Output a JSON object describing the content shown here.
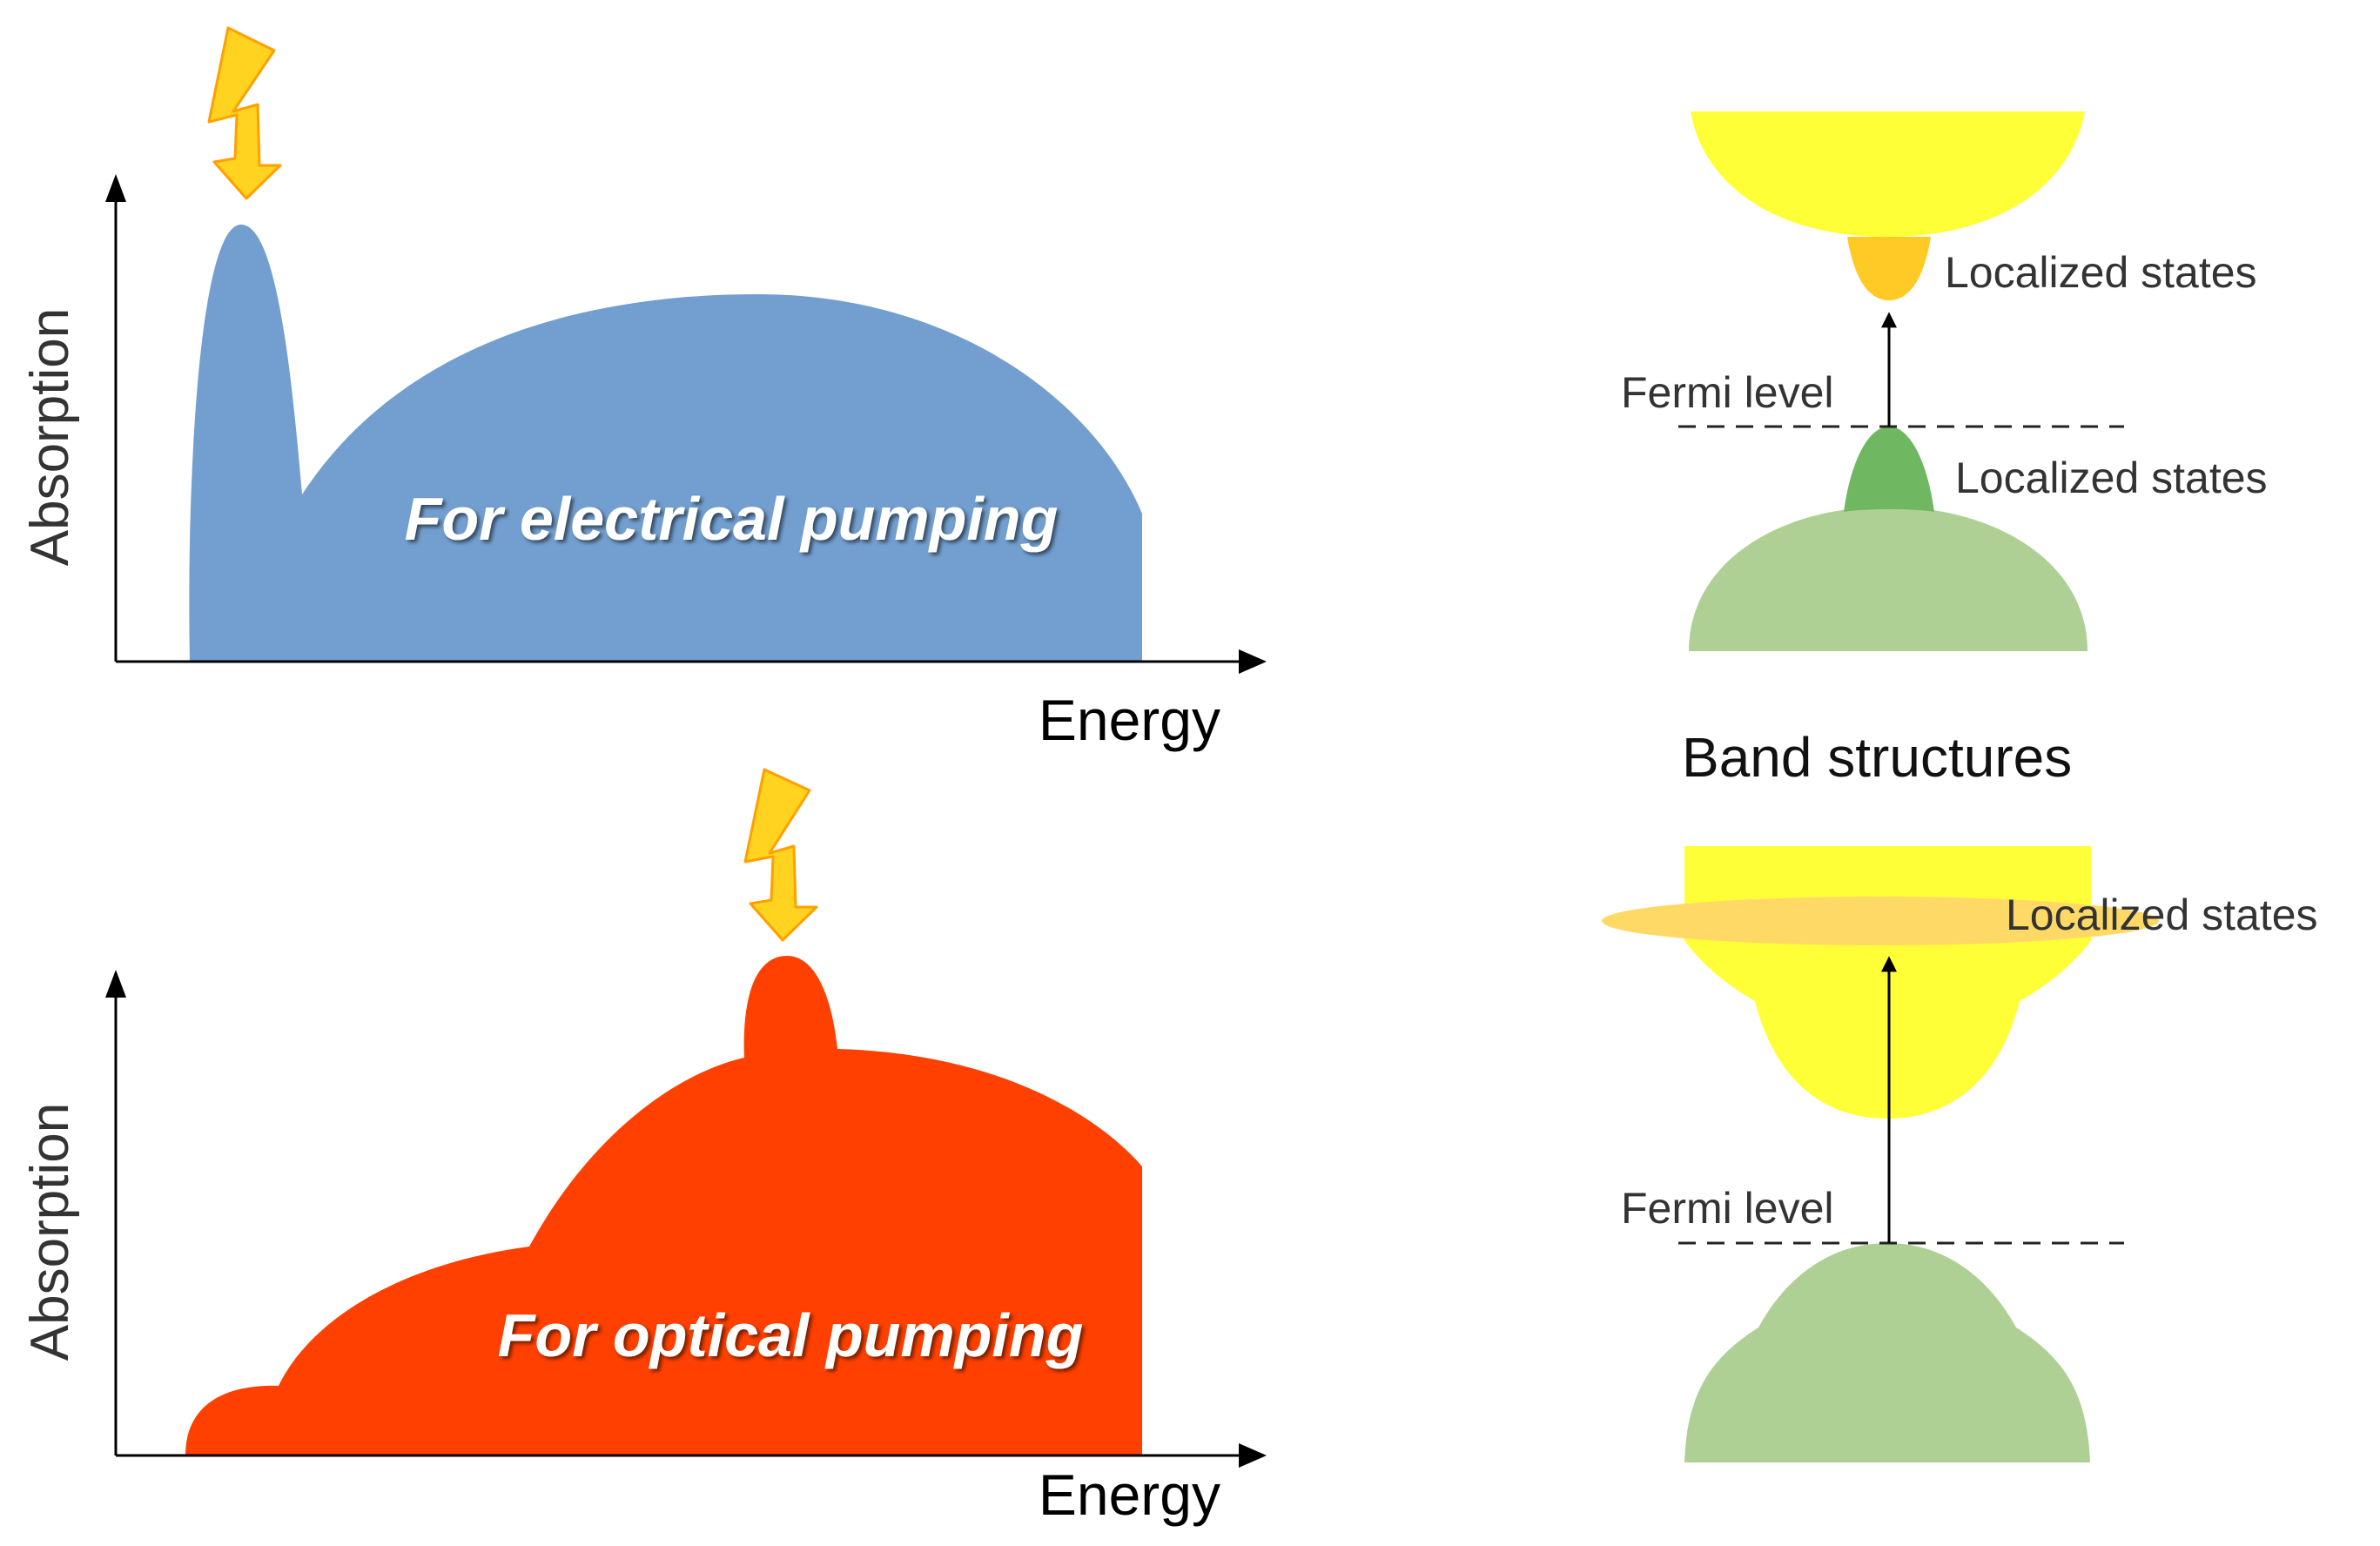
{
  "panels": [
    {
      "id": "electrical",
      "label": "For electrical pumping",
      "x_axis_label": "Energy",
      "y_axis_label": "Absorption",
      "fill_color": "#729fcf",
      "icon": "lightning-bolt-icon"
    },
    {
      "id": "optical",
      "label": "For optical pumping",
      "x_axis_label": "Energy",
      "y_axis_label": "Absorption",
      "fill_color": "#ff4000",
      "icon": "lightning-bolt-icon"
    }
  ],
  "band_structures": {
    "title": "Band structures",
    "top": {
      "fermi_label": "Fermi level",
      "upper_states_label": "Localized states",
      "lower_states_label": "Localized states"
    },
    "bottom": {
      "fermi_label": "Fermi level",
      "states_label": "Localized states"
    }
  },
  "colors": {
    "conduction_band": "#ffff38",
    "valence_band": "#afd095",
    "localized_upper": "#ffbf00",
    "localized_lower": "#6fb760",
    "localized_band": "#ffd966",
    "bolt": "#ffd320",
    "bolt_stroke": "#ffa000"
  }
}
